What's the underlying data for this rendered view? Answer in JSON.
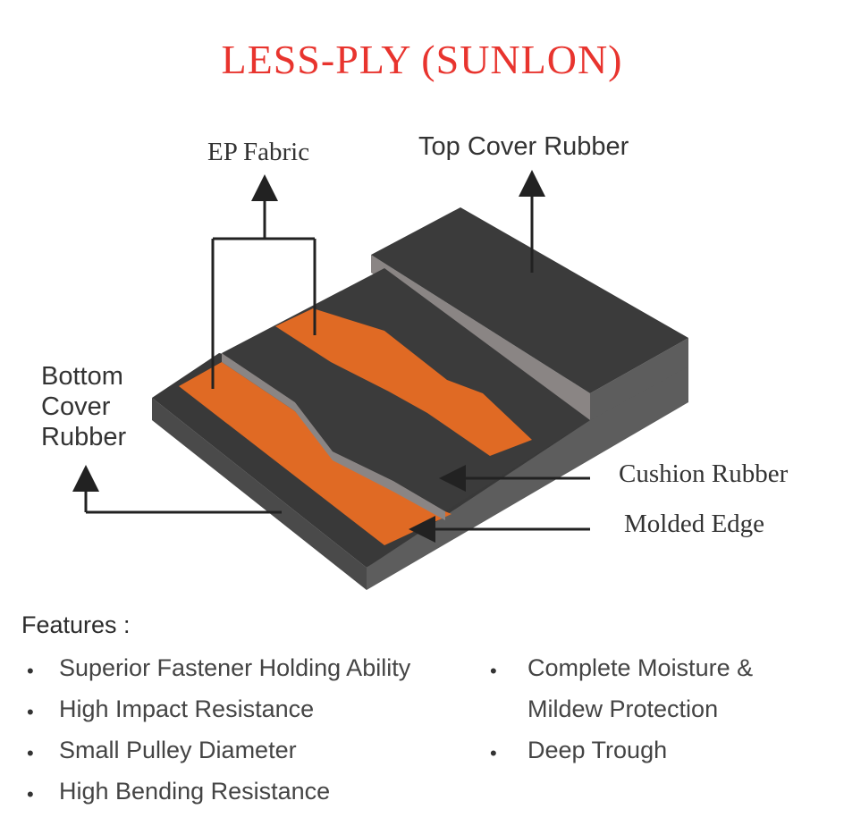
{
  "title": "LESS-PLY (SUNLON)",
  "labels": {
    "ep_fabric": "EP Fabric",
    "top_cover_rubber": "Top Cover Rubber",
    "bottom_cover_rubber_line1": "Bottom",
    "bottom_cover_rubber_line2": "Cover",
    "bottom_cover_rubber_line3": "Rubber",
    "cushion_rubber": "Cushion Rubber",
    "molded_edge": "Molded Edge"
  },
  "features": {
    "heading": "Features :",
    "left": [
      "Superior Fastener Holding Ability",
      "High Impact Resistance",
      "Small Pulley Diameter",
      "High Bending Resistance"
    ],
    "right_line1": "Complete Moisture &",
    "right_line2": "Mildew Protection",
    "right_item2": "Deep Trough",
    "bullet": "•"
  },
  "colors": {
    "title": "#e8342e",
    "rubber_top": "#3a3a3a",
    "rubber_side": "#5a5a5a",
    "edge_light": "#8a8584",
    "fabric": "#e06a24",
    "arrow": "#222222"
  }
}
